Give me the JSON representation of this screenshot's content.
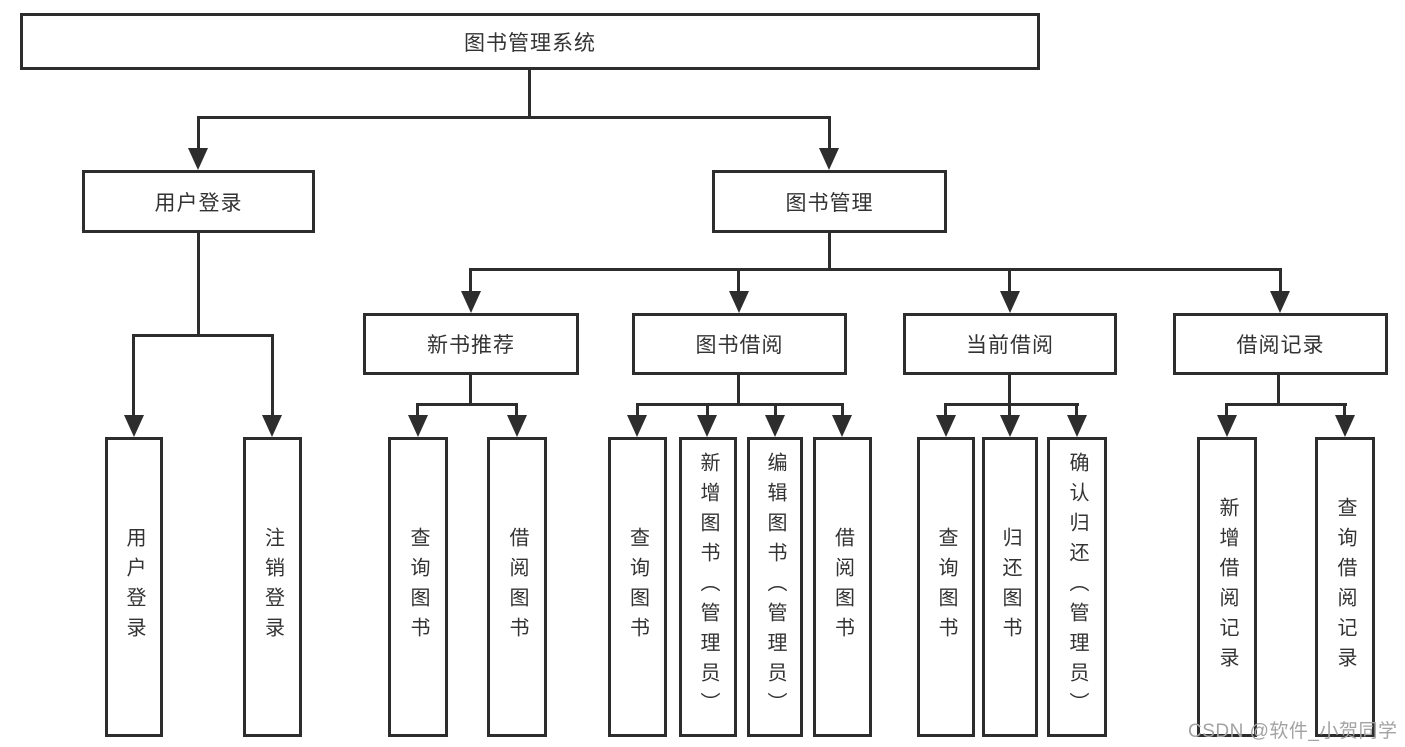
{
  "diagram": {
    "title_note": "feature tree of library management system",
    "root": {
      "label": "图书管理系统"
    },
    "level2": [
      {
        "label": "用户登录"
      },
      {
        "label": "图书管理"
      }
    ],
    "level3": [
      {
        "label": "新书推荐"
      },
      {
        "label": "图书借阅"
      },
      {
        "label": "当前借阅"
      },
      {
        "label": "借阅记录"
      }
    ],
    "leaves": [
      {
        "label": "用户登录"
      },
      {
        "label": "注销登录"
      },
      {
        "label": "查询图书"
      },
      {
        "label": "借阅图书"
      },
      {
        "label": "查询图书"
      },
      {
        "label": "新增图书（管理员）"
      },
      {
        "label": "编辑图书（管理员）"
      },
      {
        "label": "借阅图书"
      },
      {
        "label": "查询图书"
      },
      {
        "label": "归还图书"
      },
      {
        "label": "确认归还（管理员）"
      },
      {
        "label": "新增借阅记录"
      },
      {
        "label": "查询借阅记录"
      }
    ]
  },
  "watermark": {
    "text": "CSDN @软件_小贺同学"
  },
  "colors": {
    "line": "#2d2d2d",
    "box_background": "#ffffff",
    "text": "#333333",
    "watermark": "#a3a3a3"
  }
}
